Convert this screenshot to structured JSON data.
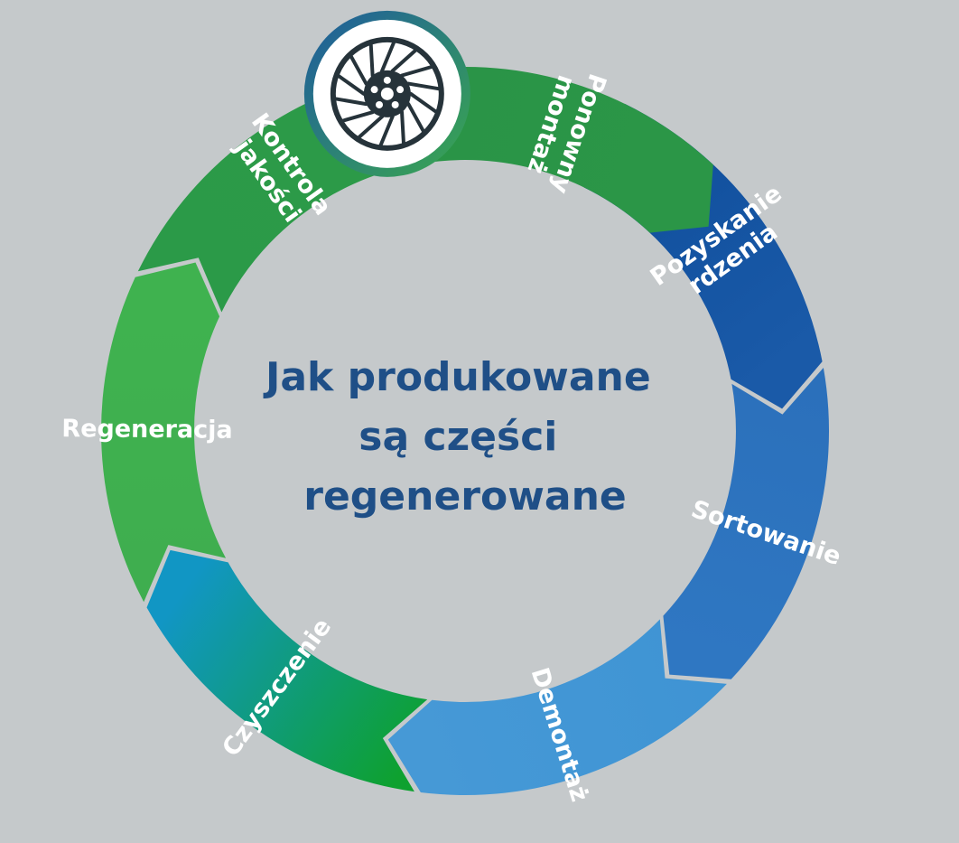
{
  "title_lines": [
    "Jak produkowane",
    "są części",
    "regenerowane"
  ],
  "steps": [
    {
      "lines": [
        "Pozyskanie",
        "rdzenia"
      ],
      "colors": [
        "#0f4e9c",
        "#1a5aa8"
      ]
    },
    {
      "lines": [
        "Sortowanie"
      ],
      "colors": [
        "#2b70bb",
        "#2f77c2"
      ]
    },
    {
      "lines": [
        "Demontaż"
      ],
      "colors": [
        "#3f94d4",
        "#4699d6"
      ]
    },
    {
      "lines": [
        "Czyszczenie"
      ],
      "colors": [
        "#0ea12f",
        "#1196c4"
      ]
    },
    {
      "lines": [
        "Regeneracja"
      ],
      "colors": [
        "#3fae4f",
        "#3fb24f"
      ]
    },
    {
      "lines": [
        "Kontrola",
        "jakości"
      ],
      "colors": [
        "#2b9a48",
        "#2c9a48"
      ]
    },
    {
      "lines": [
        "Ponowny",
        "montaż"
      ],
      "colors": [
        "#2a9447",
        "#2b9647"
      ]
    }
  ],
  "icon": {
    "name": "wheel-hub-icon",
    "ring_colors": [
      "#1e5aa0",
      "#3aa84e"
    ]
  },
  "colors": {
    "background": "#c5c9cb",
    "title": "#1f4f87"
  }
}
